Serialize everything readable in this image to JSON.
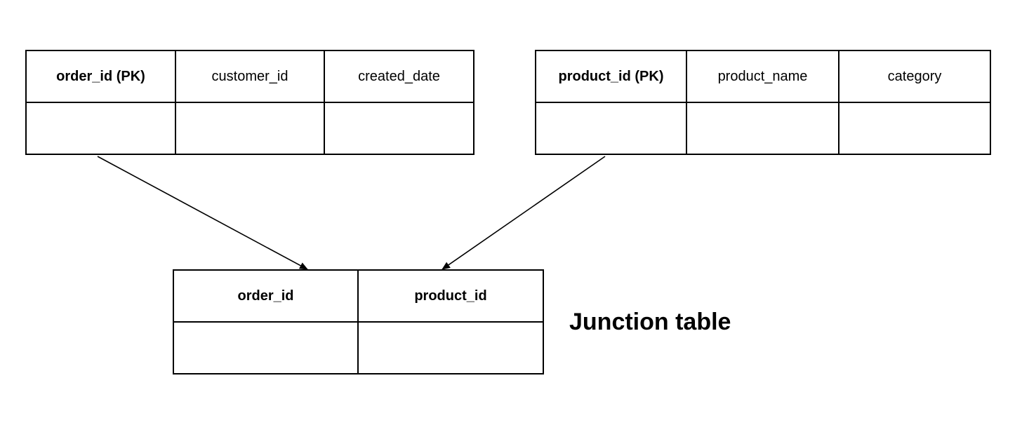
{
  "orders_table": {
    "columns": [
      "order_id (PK)",
      "customer_id",
      "created_date"
    ]
  },
  "products_table": {
    "columns": [
      "product_id (PK)",
      "product_name",
      "category"
    ]
  },
  "junction_table": {
    "columns": [
      "order_id",
      "product_id"
    ],
    "label": "Junction table"
  },
  "colors": {
    "line": "#000000",
    "background": "#ffffff"
  }
}
